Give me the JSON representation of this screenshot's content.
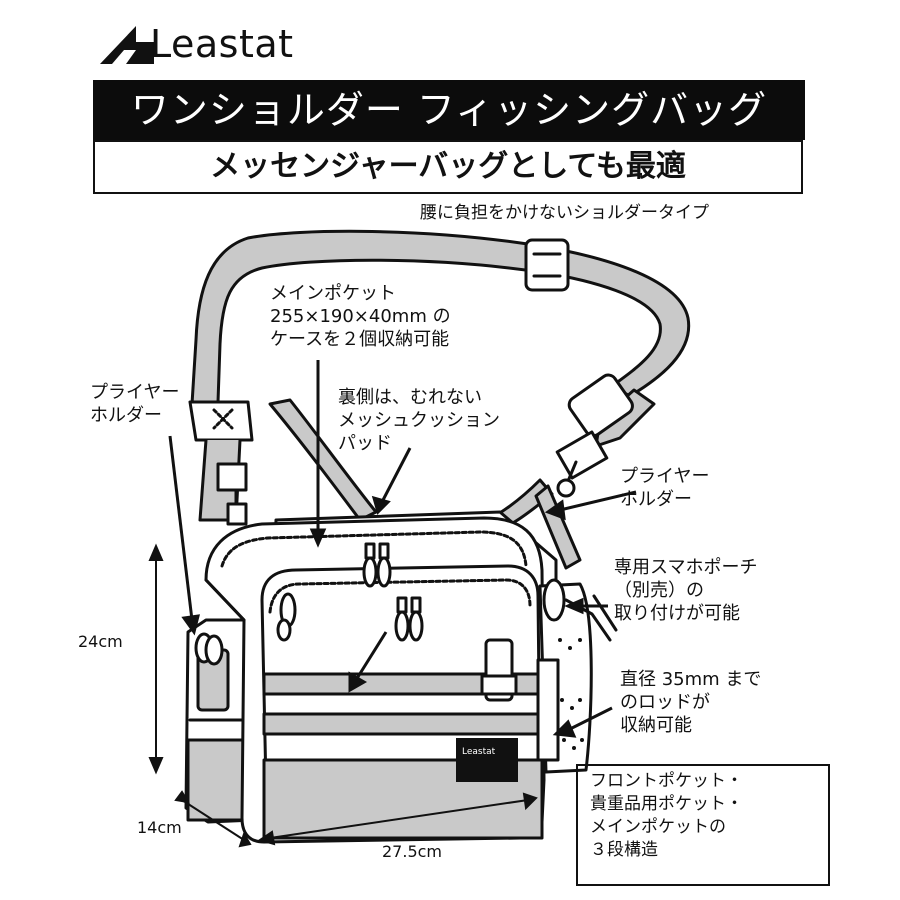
{
  "brand": {
    "name": "Leastat"
  },
  "title": "ワンショルダー フィッシングバッグ",
  "subtitle": "メッセンジャーバッグとしても最適",
  "features": {
    "hip": "腰に負担をかけないショルダータイプ",
    "main_pocket": "メインポケット\n255×190×40mm の\nケースを２個収納可能",
    "back_pad": "裏側は、むれない\nメッシュクッション\nパッド",
    "plier_left": "プライヤー\nホルダー",
    "plier_right": "プライヤー\nホルダー",
    "phone_pouch": "専用スマホポーチ\n（別売）の\n取り付けが可能",
    "rod": "直径 35mm まで\nのロッドが\n収納可能",
    "structure": "フロントポケット・\n貴重品用ポケット・\nメインポケットの\n３段構造"
  },
  "dimensions": {
    "height": "24cm",
    "depth": "14cm",
    "width": "27.5cm"
  },
  "colors": {
    "title_bg": "#0c0c0c",
    "title_fg": "#ffffff",
    "strap": "#c9c9c9",
    "body": "#ffffff",
    "outline": "#111111"
  }
}
